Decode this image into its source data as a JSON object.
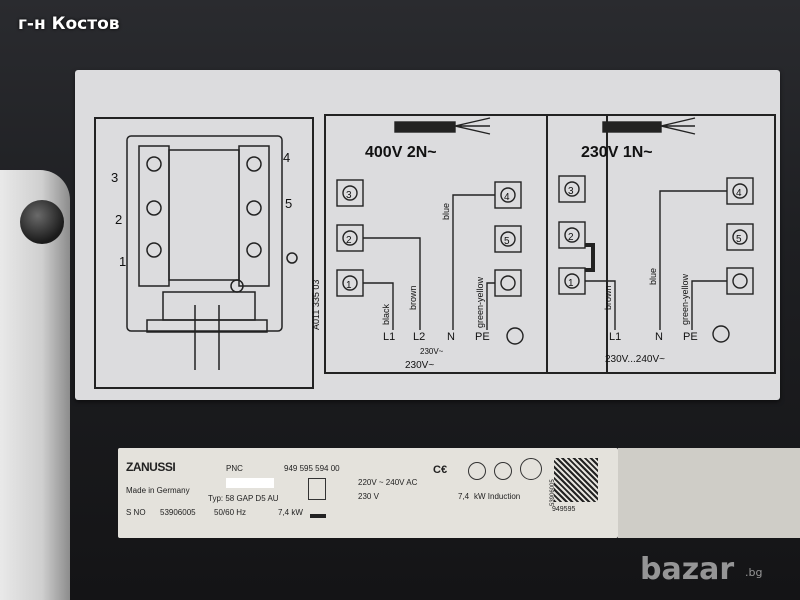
{
  "watermark": {
    "title": "г-н Костов",
    "site": "bazar",
    "site_tld": ".bg"
  },
  "diagram": {
    "code": "A011 335 03",
    "left_terminals": [
      "3",
      "2",
      "1",
      "4",
      "5"
    ],
    "panel_400": {
      "voltage": "400V  2N~",
      "wires": [
        "black",
        "brown",
        "blue",
        "green-yellow"
      ],
      "terminals": [
        "L1",
        "L2",
        "N",
        "PE"
      ],
      "sub_voltage": "230V~",
      "voltage_bottom": "230V~",
      "numbers": [
        "3",
        "2",
        "1",
        "4",
        "5"
      ]
    },
    "panel_230": {
      "voltage": "230V  1N~",
      "wires": [
        "brown",
        "blue",
        "green-yellow"
      ],
      "terminals": [
        "L1",
        "N",
        "PE"
      ],
      "voltage_bottom": "230V...240V~",
      "numbers": [
        "3",
        "2",
        "1",
        "4",
        "5"
      ]
    }
  },
  "plate": {
    "brand": "ZANUSSI",
    "made_in": "Made in Germany",
    "sno_label": "S NO",
    "sno": "53906005",
    "pnc_label": "PNC",
    "pnc": "949 595 594 00",
    "typ": "Typ: 58 GAP D5 AU",
    "freq": "50/60 Hz",
    "power_small": "7,4 kW",
    "voltage_ac": "220V ~ 240V AC",
    "voltage_230": "230 V",
    "power_induction": "7,4",
    "power_unit": "kW Induction",
    "vertical_code": "53906005",
    "bottom_code": "949595"
  }
}
